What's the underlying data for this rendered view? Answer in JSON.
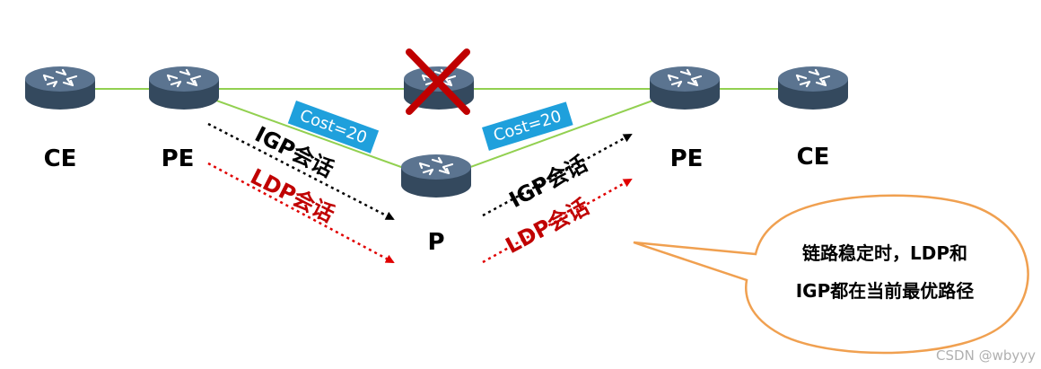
{
  "diagram": {
    "nodes": {
      "ce_left": {
        "label": "CE"
      },
      "pe_left": {
        "label": "PE"
      },
      "p_top": {
        "label": ""
      },
      "p_mid": {
        "label": "P"
      },
      "pe_right": {
        "label": "PE"
      },
      "ce_right": {
        "label": "CE"
      }
    },
    "cost_labels": {
      "left": "Cost=20",
      "right": "Cost=20"
    },
    "sessions": {
      "igp_left": "IGP会话",
      "ldp_left": "LDP会话",
      "igp_right": "IGP会话",
      "ldp_right": "LDP会话"
    },
    "callout": {
      "line1": "链路稳定时，LDP和",
      "line2": "IGP都在当前最优路径"
    },
    "watermark": "CSDN @wbyyy",
    "colors": {
      "link": "#92d050",
      "router_body": "#3e556e",
      "router_top": "#5a7391",
      "cost_bg": "#1fa0dc",
      "igp": "#000000",
      "ldp": "#c00000",
      "failure_mark": "#c00000",
      "callout_border": "#f0a050"
    }
  }
}
